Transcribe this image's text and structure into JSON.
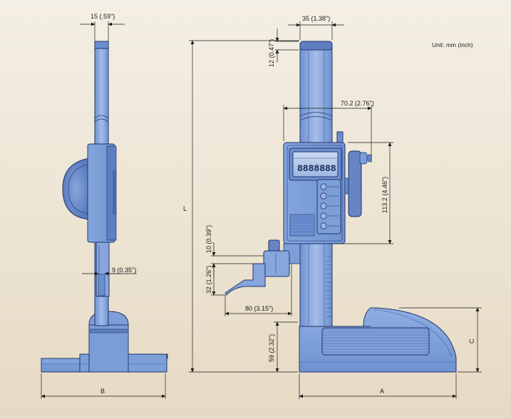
{
  "unit_note": "Unit: mm (inch)",
  "dimensions": {
    "left_width": "15 (.59\")",
    "top_width": "35 (1.38\")",
    "top_cap": "12 (0.47\")",
    "head_width": "70.2 (2.76\")",
    "head_height": "113.2 (4.46\")",
    "total_height": "L",
    "scriber_gap": "10 (0.39\")",
    "scriber_thickness": "9 (0.35\")",
    "scriber_height": "32 (1.26\")",
    "scriber_reach": "80 (3.15\")",
    "base_height": "59 (2.32\")",
    "base_width_right": "A",
    "base_width_left": "B",
    "base_thickness": "C"
  },
  "colors": {
    "background_top": "#f4efe4",
    "background_bottom": "#e7dcc7",
    "body": "#7d9fd8",
    "body_dark": "#5a7cbf",
    "body_light": "#a9c1ea",
    "outline": "#24346a"
  },
  "icons": [
    "side-view-height-gauge",
    "front-view-height-gauge",
    "lcd-display",
    "control-buttons",
    "feed-wheel",
    "scriber"
  ]
}
